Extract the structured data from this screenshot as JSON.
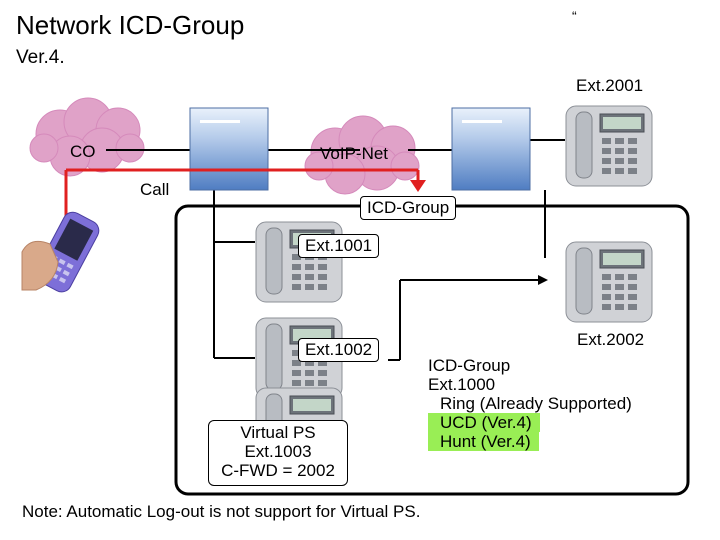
{
  "title": "Network ICD-Group",
  "subtitle": "Ver.4.",
  "quote_mark": "“",
  "labels": {
    "co": "CO",
    "voip": "VoIP-Net",
    "call": "Call",
    "icd_group": "ICD-Group",
    "ext_2001": "Ext.2001",
    "ext_1001": "Ext.1001",
    "ext_1002": "Ext.1002",
    "ext_2002": "Ext.2002"
  },
  "virtual_ps": {
    "line1": "Virtual PS",
    "line2": "Ext.1003",
    "line3": "C-FWD = 2002"
  },
  "icd_notes": {
    "line1": "ICD-Group",
    "line2": "Ext.1000",
    "line3": "Ring (Already Supported)",
    "line4": "UCD (Ver.4)",
    "line5": "Hunt (Ver.4)"
  },
  "footnote": "Note: Automatic Log-out is not support for Virtual PS.",
  "colors": {
    "cloud": "#e0a2c8",
    "cloud_edge": "#d58abb",
    "call_path": "#e02020",
    "pbx": "#5b86c8",
    "highlight": "#99ee55"
  },
  "icons": {
    "cloud": "cloud-icon",
    "pbx": "pbx-server-icon",
    "phone": "desk-phone-icon",
    "mobile": "mobile-phone-icon"
  }
}
